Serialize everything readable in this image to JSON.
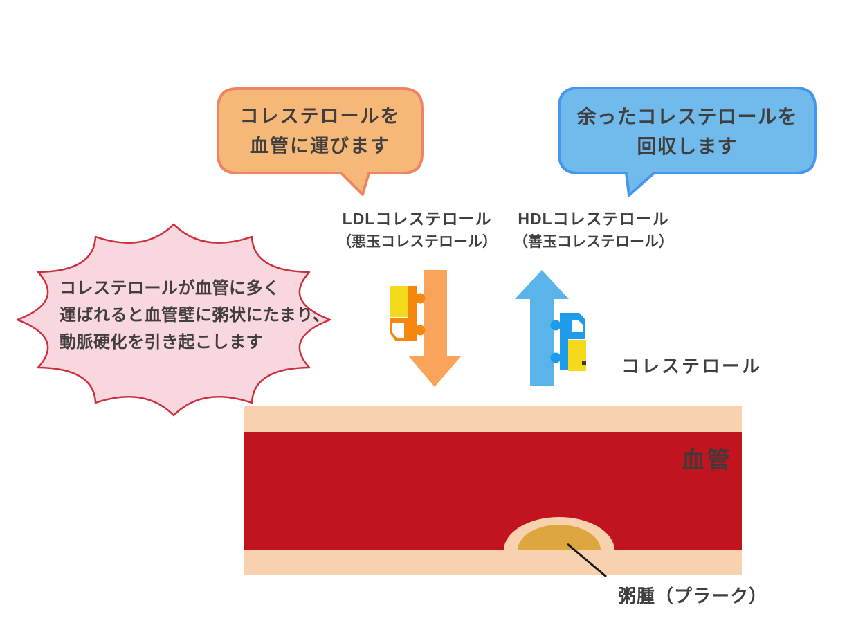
{
  "bubbles": {
    "ldl": {
      "lines": [
        "コレステロールを",
        "血管に運びます"
      ]
    },
    "hdl": {
      "lines": [
        "余ったコレステロールを",
        "回収します"
      ]
    }
  },
  "carriers": {
    "ldl": {
      "name": "LDLコレステロール",
      "sub": "（悪玉コレステロール）"
    },
    "hdl": {
      "name": "HDLコレステロール",
      "sub": "（善玉コレステロール）"
    }
  },
  "warning": {
    "lines": [
      "コレステロールが血管に多く",
      "運ばれると血管壁に粥状にたまり、",
      "動脈硬化を引き起こします"
    ]
  },
  "labels": {
    "cholesterol": "コレステロール",
    "vessel": "血管",
    "plaque": "粥腫（プラーク）"
  },
  "colors": {
    "orange_bubble_fill": "#F6B878",
    "orange_bubble_border": "#EE8561",
    "blue_bubble_fill": "#70BBEB",
    "blue_bubble_border": "#4696EC",
    "burst_fill": "#F8D8DE",
    "burst_border": "#CC2F3E",
    "arrow_orange": "#F9A45A",
    "arrow_blue": "#5BB4E9",
    "truck_orange": "#F5870F",
    "truck_blue": "#1E9CE9",
    "cargo_yellow": "#F5D91C",
    "vessel_wall_peach": "#F8D1AE",
    "blood_red": "#C1141E",
    "plaque_gold": "#DEA63E",
    "text_dark": "#413E3E",
    "leader_line": "#1A1A1A"
  }
}
